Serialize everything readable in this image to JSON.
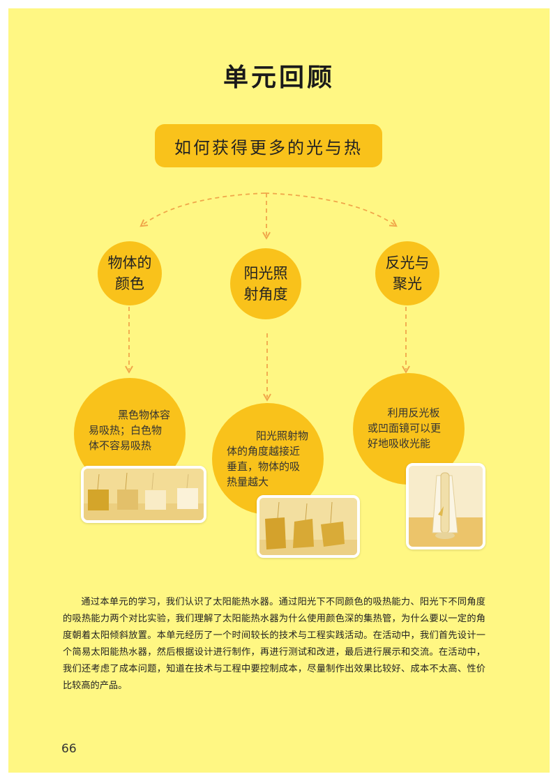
{
  "title": "单元回顾",
  "topic": "如何获得更多的光与热",
  "branches": [
    {
      "factor": "物体的\n颜色",
      "conclusion": "黑色物体容易吸热；白色物体不容易吸热",
      "photo": "colored-cards-photo"
    },
    {
      "factor": "阳光照\n射角度",
      "conclusion": "阳光照射物体的角度越接近垂直，物体的吸热量越大",
      "photo": "tilted-cards-photo"
    },
    {
      "factor": "反光与\n聚光",
      "conclusion": "利用反光板或凹面镜可以更好地吸收光能",
      "photo": "reflector-heater-photo"
    }
  ],
  "summary": "通过本单元的学习，我们认识了太阳能热水器。通过阳光下不同颜色的吸热能力、阳光下不同角度的吸热能力两个对比实验，我们理解了太阳能热水器为什么使用颜色深的集热管，为什么要以一定的角度朝着太阳倾斜放置。本单元经历了一个时间较长的技术与工程实践活动。在活动中，我们首先设计一个简易太阳能热水器，然后根据设计进行制作，再进行测试和改进，最后进行展示和交流。在活动中，我们还考虑了成本问题，知道在技术与工程中要控制成本，尽量制作出效果比较好、成本不太高、性价比较高的产品。",
  "page_number": "66",
  "colors": {
    "page_background": "#fff783",
    "accent": "#f9c21b",
    "arrow": "#f0a64a"
  }
}
